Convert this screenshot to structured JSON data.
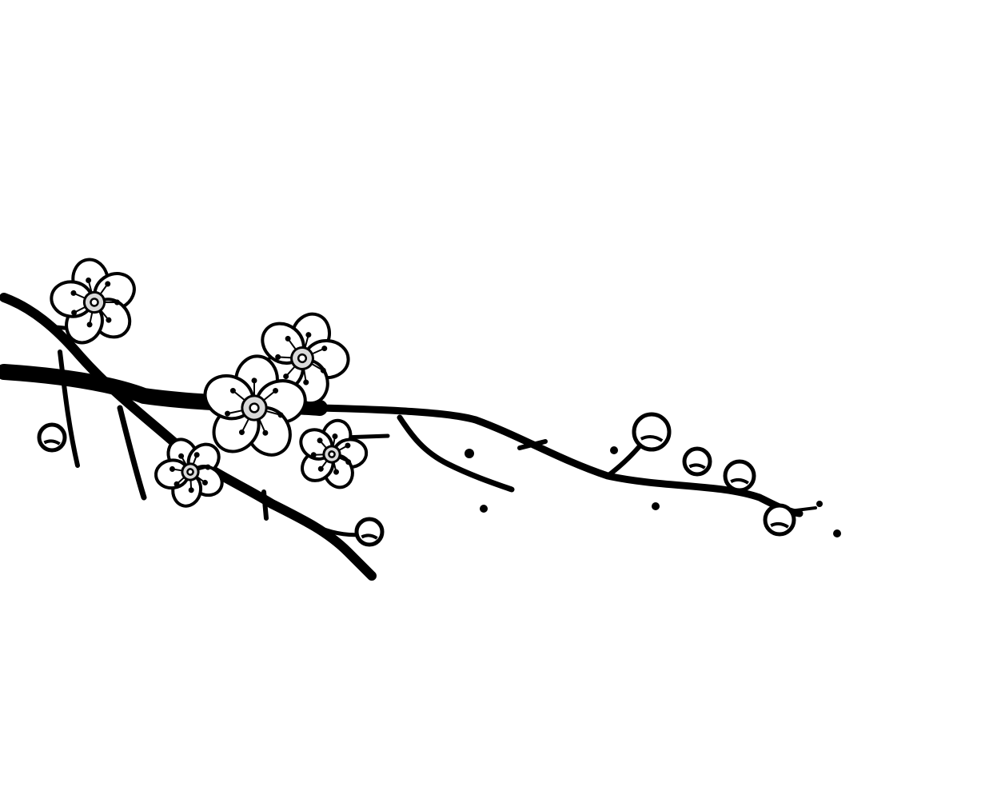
{
  "illustration": {
    "subject": "blossom-branch",
    "colors": {
      "ink": "#000000",
      "petal": "#ffffff",
      "center": "#d9d9d9",
      "background": "#ffffff"
    },
    "flower_count": 5,
    "bud_count": 6
  }
}
